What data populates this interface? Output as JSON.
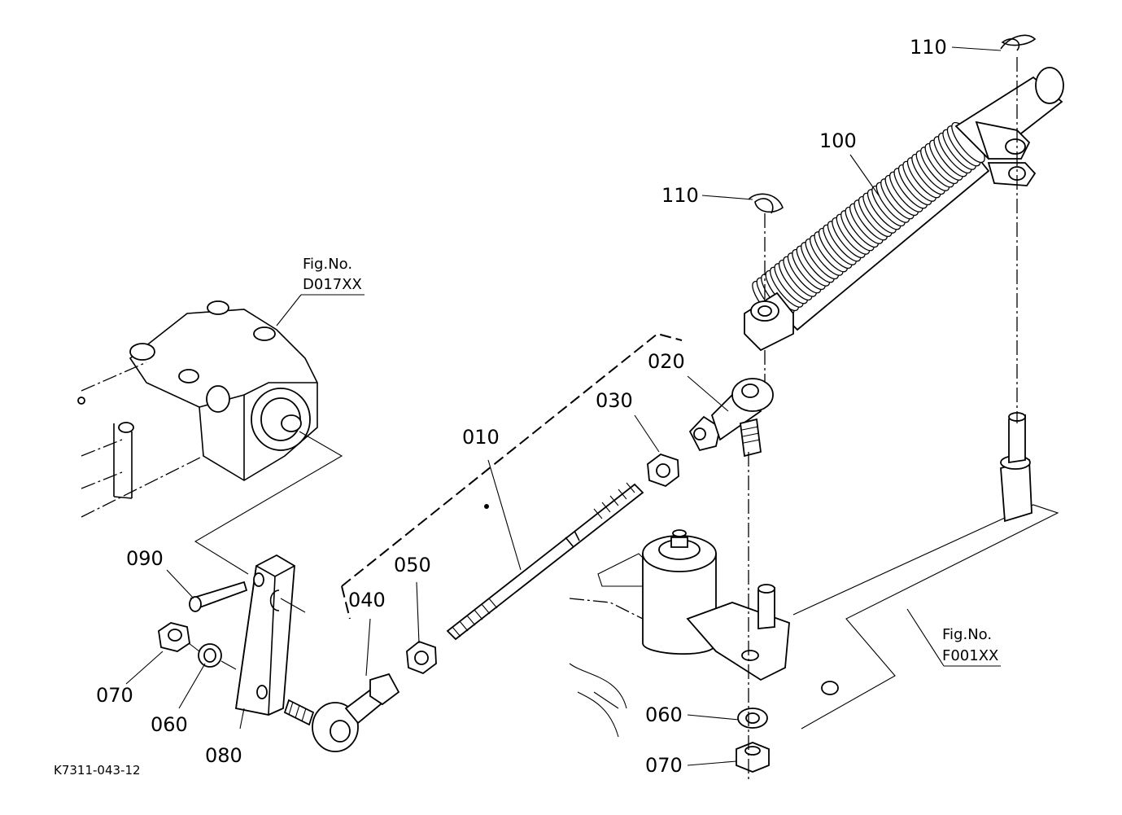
{
  "labels": {
    "p010": "010",
    "p020": "020",
    "p030": "030",
    "p040": "040",
    "p050": "050",
    "p060a": "060",
    "p060b": "060",
    "p070a": "070",
    "p070b": "070",
    "p080": "080",
    "p090": "090",
    "p100": "100",
    "p110a": "110",
    "p110b": "110"
  },
  "refs": {
    "d017_line1": "Fig.No.",
    "d017_line2": "D017XX",
    "f001_line1": "Fig.No.",
    "f001_line2": "F001XX"
  },
  "footer": {
    "code": "K7311-043-12"
  }
}
